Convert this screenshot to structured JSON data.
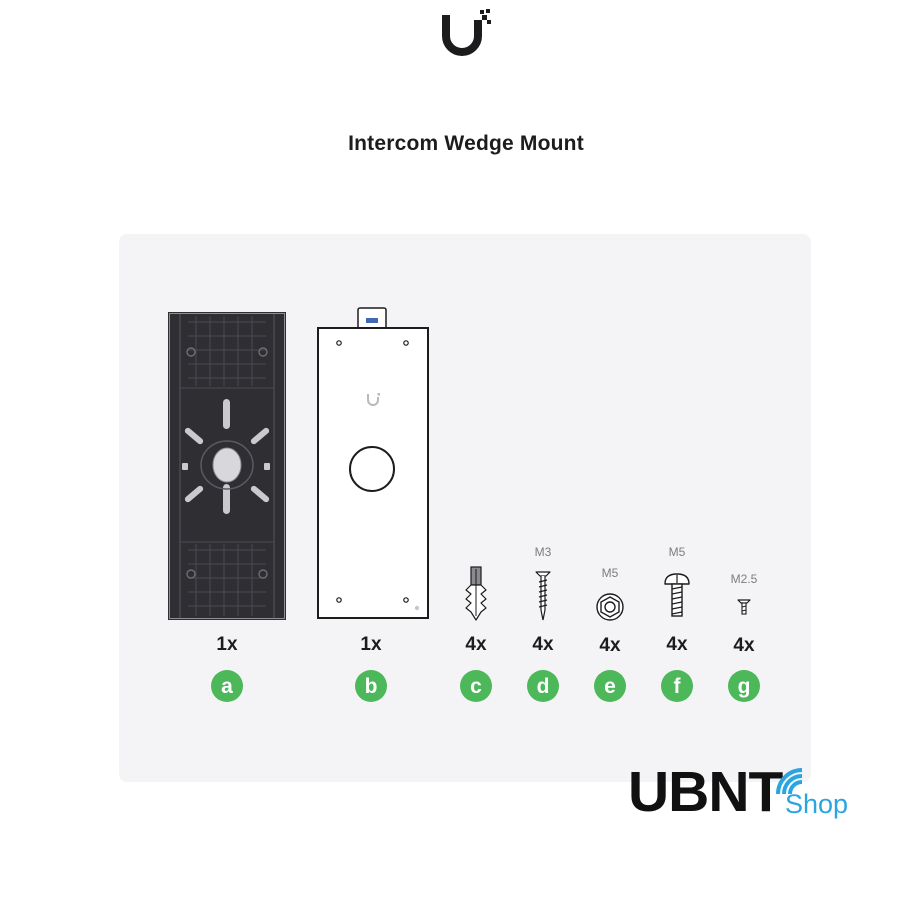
{
  "header": {
    "logo_icon": "ubiquiti-u-logo-icon"
  },
  "title": "Intercom Wedge Mount",
  "colors": {
    "badge": "#4cb85a",
    "panel": "#f4f4f6",
    "plate_dark": "#2e2e33",
    "brand_blue": "#2aa5e0"
  },
  "parts": [
    {
      "id": "a",
      "icon": "wedge-base-plate-icon",
      "size": "",
      "qty": "1x"
    },
    {
      "id": "b",
      "icon": "mounting-plate-icon",
      "size": "",
      "qty": "1x"
    },
    {
      "id": "c",
      "icon": "wall-anchor-icon",
      "size": "",
      "qty": "4x"
    },
    {
      "id": "d",
      "icon": "wood-screw-icon",
      "size": "M3",
      "qty": "4x"
    },
    {
      "id": "e",
      "icon": "hex-nut-icon",
      "size": "M5",
      "qty": "4x"
    },
    {
      "id": "f",
      "icon": "machine-screw-icon",
      "size": "M5",
      "qty": "4x"
    },
    {
      "id": "g",
      "icon": "small-screw-icon",
      "size": "M2.5",
      "qty": "4x"
    }
  ],
  "watermark": {
    "brand": "UBNT",
    "shop": "Shop",
    "icon": "wifi-signal-icon"
  }
}
